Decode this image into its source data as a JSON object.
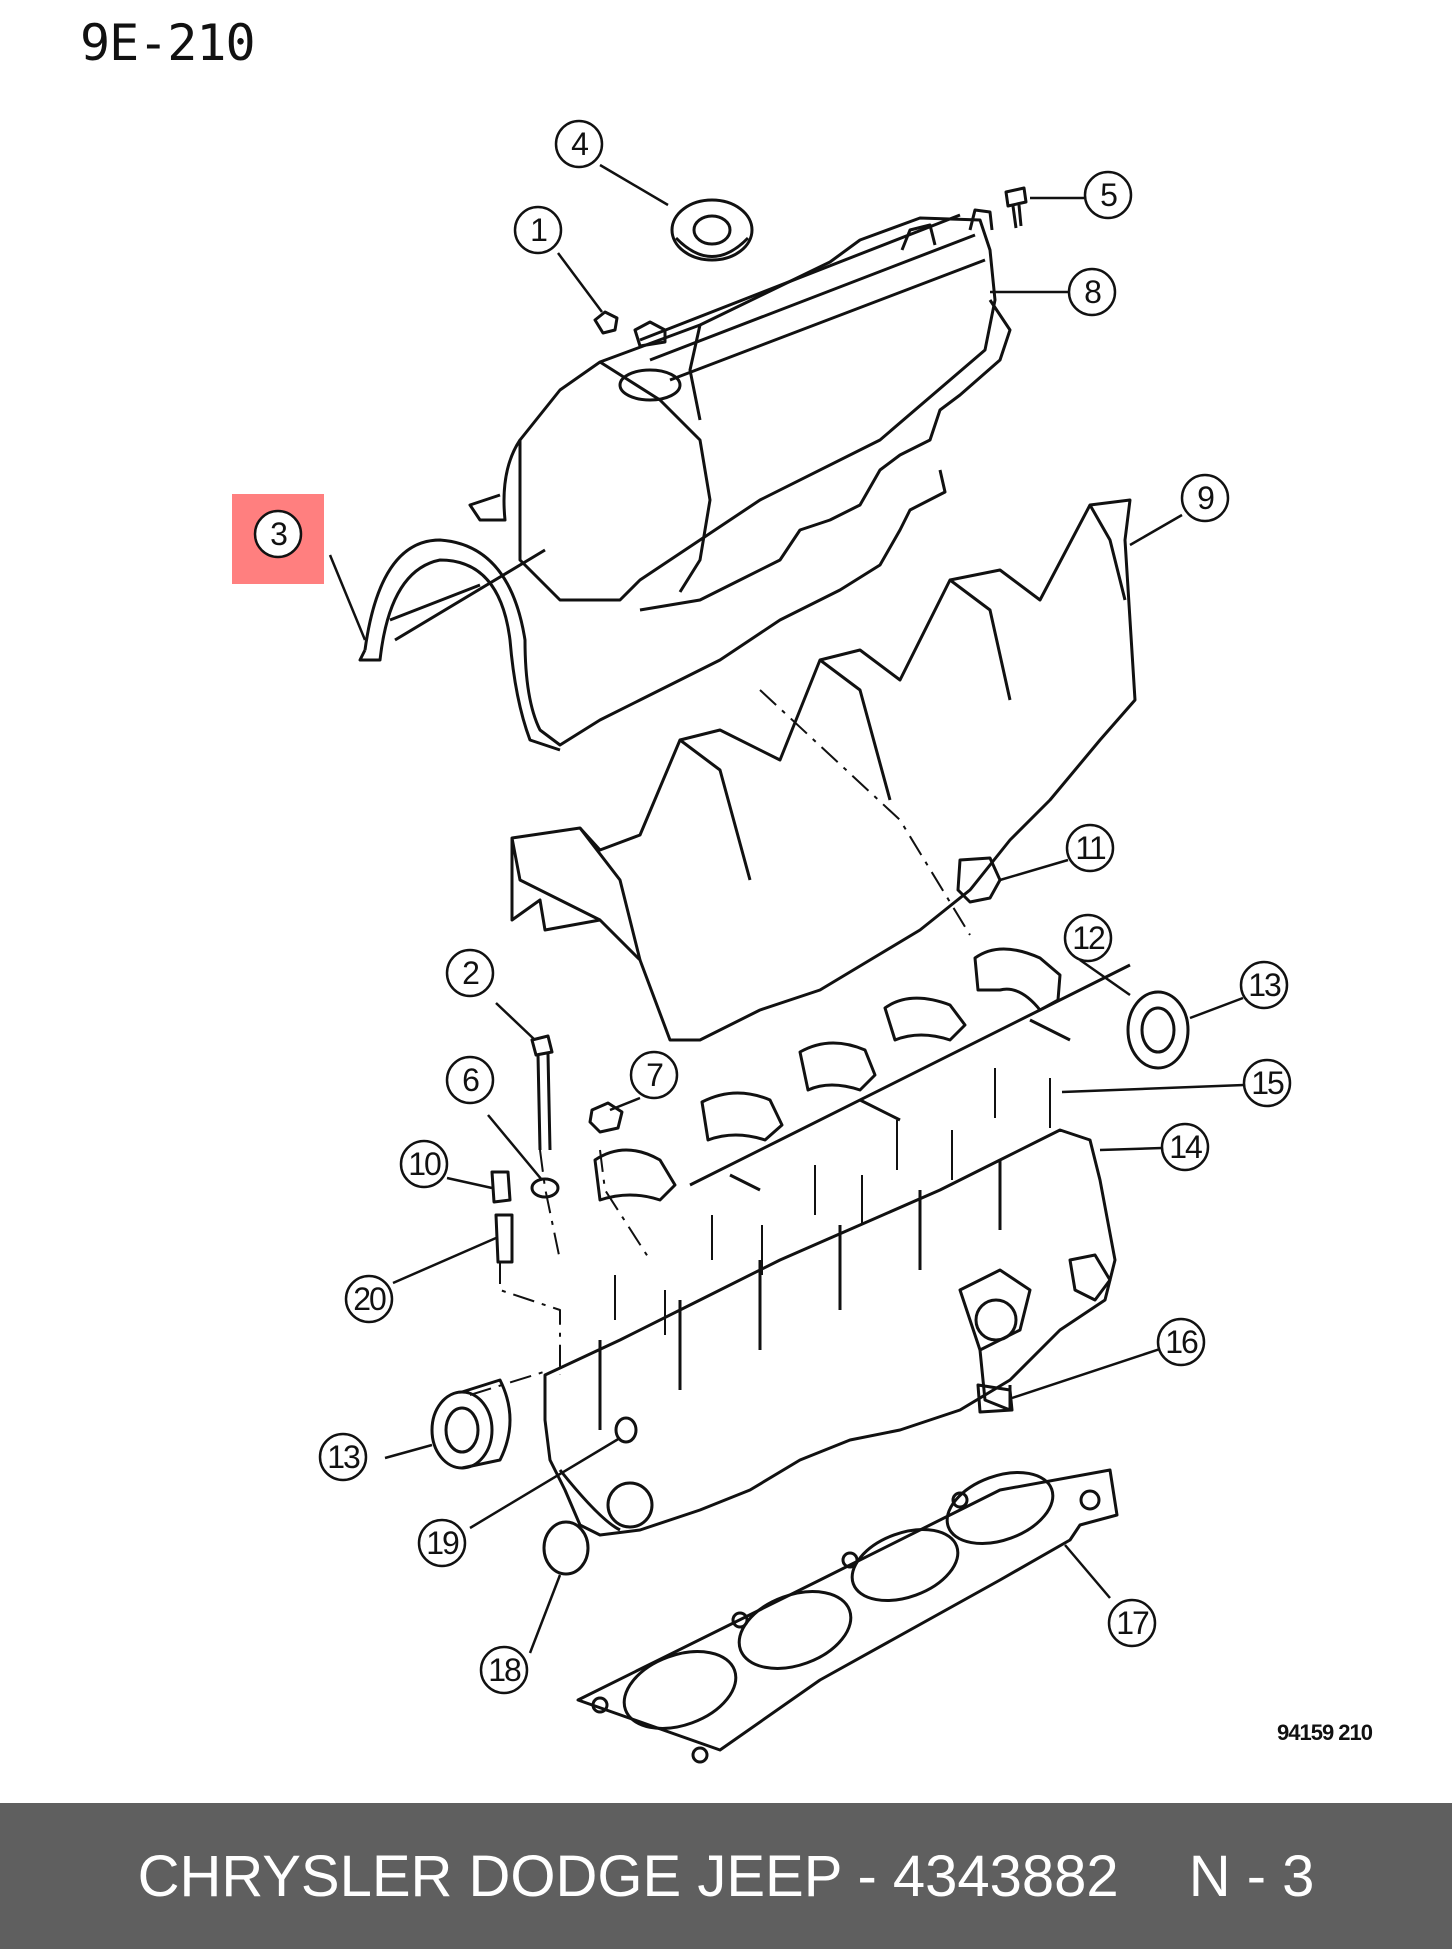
{
  "diagram_code": "9E-210",
  "drawing_ref": "94159 210",
  "highlight_color": "#ff7f7f",
  "footer": {
    "background": "#5f5f5f",
    "part_text": "CHRYSLER DODGE JEEP - 4343882",
    "qty_text": "N - 3"
  },
  "callouts": [
    {
      "label": "1"
    },
    {
      "label": "2"
    },
    {
      "label": "3"
    },
    {
      "label": "4"
    },
    {
      "label": "5"
    },
    {
      "label": "6"
    },
    {
      "label": "7"
    },
    {
      "label": "8"
    },
    {
      "label": "9"
    },
    {
      "label": "10"
    },
    {
      "label": "11"
    },
    {
      "label": "12"
    },
    {
      "label": "13"
    },
    {
      "label": "14"
    },
    {
      "label": "15"
    },
    {
      "label": "16"
    },
    {
      "label": "17"
    },
    {
      "label": "18"
    },
    {
      "label": "19"
    },
    {
      "label": "20"
    },
    {
      "label": "13"
    }
  ]
}
